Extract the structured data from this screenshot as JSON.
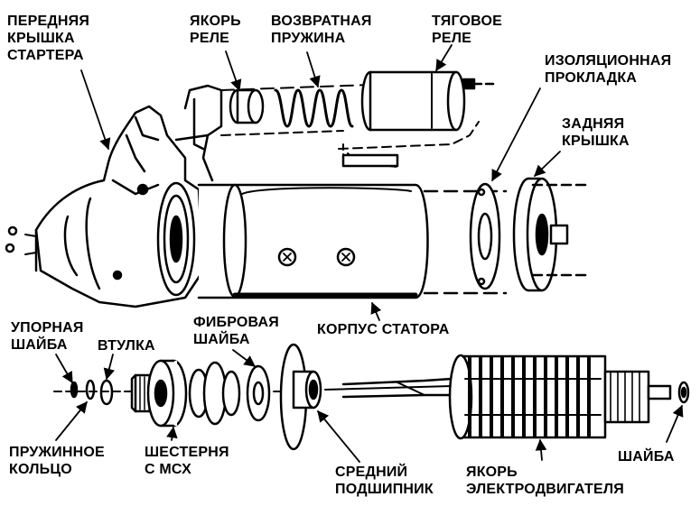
{
  "labels": {
    "front_cover": [
      "ПЕРЕДНЯЯ",
      "КРЫШКА",
      "СТАРТЕРА"
    ],
    "relay_armature": [
      "ЯКОРЬ",
      "РЕЛЕ"
    ],
    "return_spring": [
      "ВОЗВРАТНАЯ",
      "ПРУЖИНА"
    ],
    "traction_relay": [
      "ТЯГОВОЕ",
      "РЕЛЕ"
    ],
    "insulating_gasket": [
      "ИЗОЛЯЦИОННАЯ",
      "ПРОКЛАДКА"
    ],
    "rear_cover": [
      "ЗАДНЯЯ",
      "КРЫШКА"
    ],
    "thrust_washer": [
      "УПОРНАЯ",
      "ШАЙБА"
    ],
    "bushing": [
      "ВТУЛКА"
    ],
    "fiber_washer": [
      "ФИБРОВАЯ",
      "ШАЙБА"
    ],
    "stator_housing": [
      "КОРПУС СТАТОРА"
    ],
    "spring_ring": [
      "ПРУЖИННОЕ",
      "КОЛЬЦО"
    ],
    "gear_clutch": [
      "ШЕСТЕРНЯ",
      "С МСХ"
    ],
    "middle_bearing": [
      "СРЕДНИЙ",
      "ПОДШИПНИК"
    ],
    "motor_armature": [
      "ЯКОРЬ",
      "ЭЛЕКТРОДВИГАТЕЛЯ"
    ],
    "washer": [
      "ШАЙБА"
    ]
  }
}
